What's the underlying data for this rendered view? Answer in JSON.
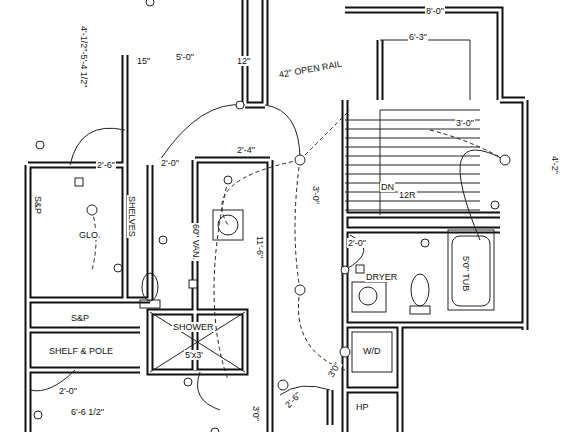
{
  "diagram": {
    "labels": [
      "8'-0\"",
      "6'-3\"",
      "3'-0\"",
      "4'-2\"",
      "15\"",
      "5'-0\"",
      "12\"",
      "42\" OPEN RAIL",
      "4'-1/2\"-5'-4 1/2\"",
      "2'-6\"",
      "2'-0\"",
      "S&P",
      "SHELVES",
      "GLO.",
      "60\" VAN.",
      "11'-6\"",
      "3'-0\"",
      "DN",
      "12R",
      "2'-0\"",
      "DRYER",
      "5'0\" TUB",
      "S&P",
      "SHELF & POLE",
      "SHOWER",
      "5'x3'",
      "W/D",
      "2'-0\"",
      "6'-6 1/2\"",
      "3'0\"",
      "3'0\"",
      "2'-6\"",
      "HP",
      "2'-4\""
    ]
  }
}
